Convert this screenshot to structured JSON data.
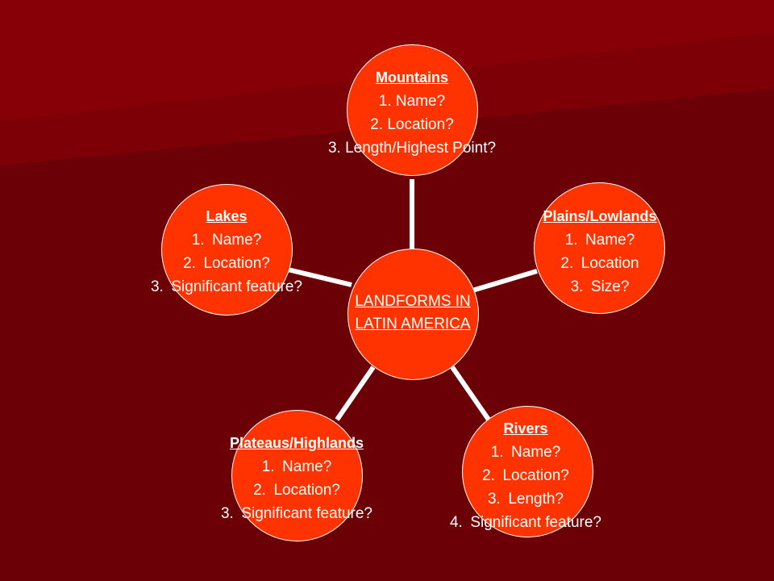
{
  "diagram": {
    "center": {
      "lines": [
        "LANDFORMS IN",
        "LATIN AMERICA"
      ]
    },
    "nodes": [
      {
        "id": "mountains",
        "title": "Mountains",
        "items": [
          "1. Name?",
          "2. Location?",
          "3. Length/Highest Point?"
        ]
      },
      {
        "id": "plains",
        "title": "Plains/Lowlands",
        "items": [
          "1. Name?",
          "2. Location",
          "3. Size?"
        ]
      },
      {
        "id": "rivers",
        "title": "Rivers",
        "items": [
          "1. Name?",
          "2. Location?",
          "3. Length?",
          "4. Significant feature?"
        ]
      },
      {
        "id": "plateaus",
        "title": "Plateaus/Highlands",
        "items": [
          "1. Name?",
          "2. Location?",
          "3. Significant feature?"
        ]
      },
      {
        "id": "lakes",
        "title": "Lakes",
        "items": [
          "1. Name?",
          "2. Location?",
          "3. Significant feature?"
        ]
      }
    ]
  },
  "colors": {
    "background_dark": "#6b0006",
    "background_light": "#8a0008",
    "node_fill": "#ff3300",
    "connector": "#ffffff"
  }
}
